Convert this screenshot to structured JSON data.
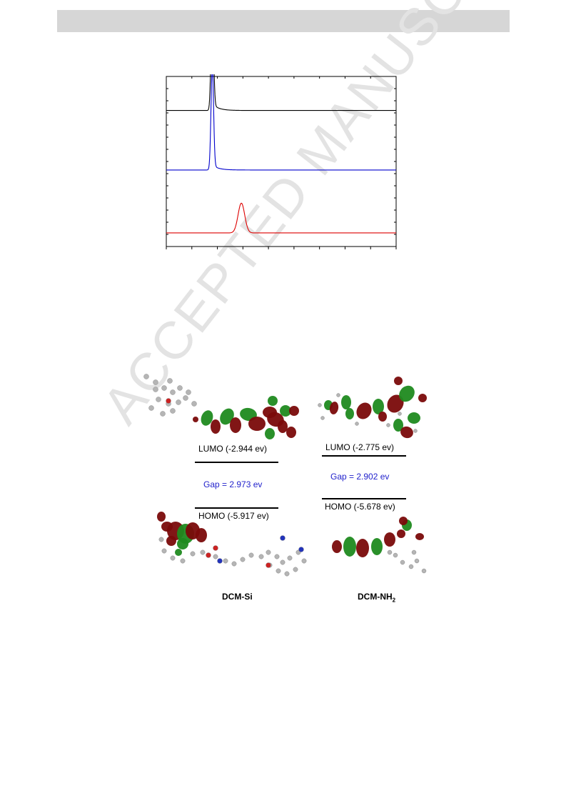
{
  "page": {
    "watermark": "ACCEPTED MANUSCRIPT"
  },
  "chart_data": {
    "type": "line",
    "title": "",
    "xlabel": "",
    "ylabel": "",
    "xlim": [
      0,
      45
    ],
    "note_units": "arbitrary, stacked traces",
    "series": [
      {
        "color": "#000000",
        "baseline": 0.8,
        "peak_x": 9.0,
        "peak_height": 0.6,
        "peak_width": 0.25,
        "tail": 0.04
      },
      {
        "color": "#0000cc",
        "baseline": 0.45,
        "peak_x": 9.0,
        "peak_height": 0.6,
        "peak_width": 0.25,
        "tail": 0.03
      },
      {
        "color": "#dd0000",
        "baseline": 0.08,
        "peak_x": 14.7,
        "peak_height": 0.7,
        "peak_width": 0.65,
        "tail": 0.0
      }
    ],
    "colors": {
      "black": "#000000",
      "blue": "#0000cc",
      "red": "#dd0000"
    }
  },
  "mo": {
    "dcm_si": {
      "lumo": "LUMO (-2.944 ev)",
      "gap": "Gap = 2.973 ev",
      "homo": "HOMO (-5.917 ev)",
      "name": "DCM-Si"
    },
    "dcm_nh2": {
      "lumo": "LUMO (-2.775 ev)",
      "gap": "Gap = 2.902 ev",
      "homo": "HOMO (-5.678 ev)",
      "name_main": "DCM-NH",
      "name_sub": "2"
    },
    "colors": {
      "lobe_red": "#7a0a0a",
      "lobe_green": "#1f8a1f",
      "atom_gray": "#b5b5b5",
      "gap_blue": "#2222cc"
    }
  }
}
